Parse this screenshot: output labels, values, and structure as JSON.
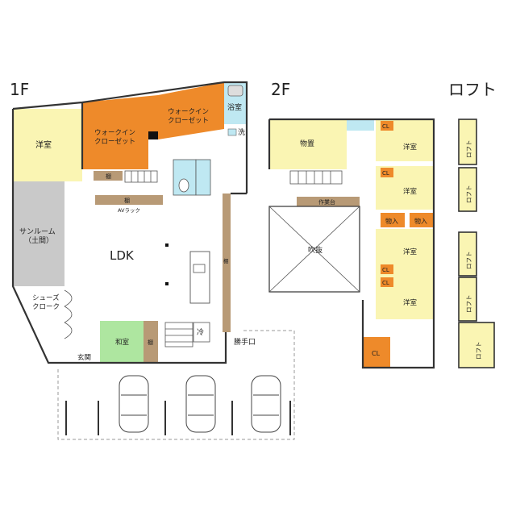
{
  "floors": {
    "first": "1F",
    "second": "2F",
    "loft": "ロフト"
  },
  "colors": {
    "western": "#faf5b3",
    "closet": "#ee8a2a",
    "sunroom": "#c9c9c9",
    "tatami": "#aee6a0",
    "bath": "#bfe8f2",
    "wood": "#b89a76",
    "wall": "#333333"
  },
  "first_floor": {
    "western_room": "洋室",
    "walk_in_1": [
      "ウォークイン",
      "クローゼット"
    ],
    "walk_in_2": [
      "ウォークイン",
      "クローゼット"
    ],
    "bathroom": "浴室",
    "washroom": "洗",
    "shelf_1": "棚",
    "shelf_2": "棚",
    "av_rack": "AVラック",
    "sunroom": [
      "サンルーム",
      "（土間）"
    ],
    "ldk": "LDK",
    "cabinet": "棚",
    "shoes_closet": [
      "シューズ",
      "クローク"
    ],
    "japanese_room": "和室",
    "shelf_3": "棚",
    "fridge": "冷",
    "kitchen_door": "勝手口",
    "entrance": "玄関"
  },
  "second_floor": {
    "storage": "物置",
    "workbench": "作業台",
    "atrium": "吹抜",
    "rooms": [
      "洋室",
      "洋室",
      "洋室",
      "洋室"
    ],
    "closets": [
      "CL",
      "CL",
      "CL",
      "CL"
    ],
    "storage_small": [
      "物入",
      "物入"
    ],
    "cl_bottom": "CL"
  },
  "loft": {
    "labels": [
      "ロフト",
      "ロフト",
      "ロフト",
      "ロフト",
      "ロフト"
    ]
  }
}
